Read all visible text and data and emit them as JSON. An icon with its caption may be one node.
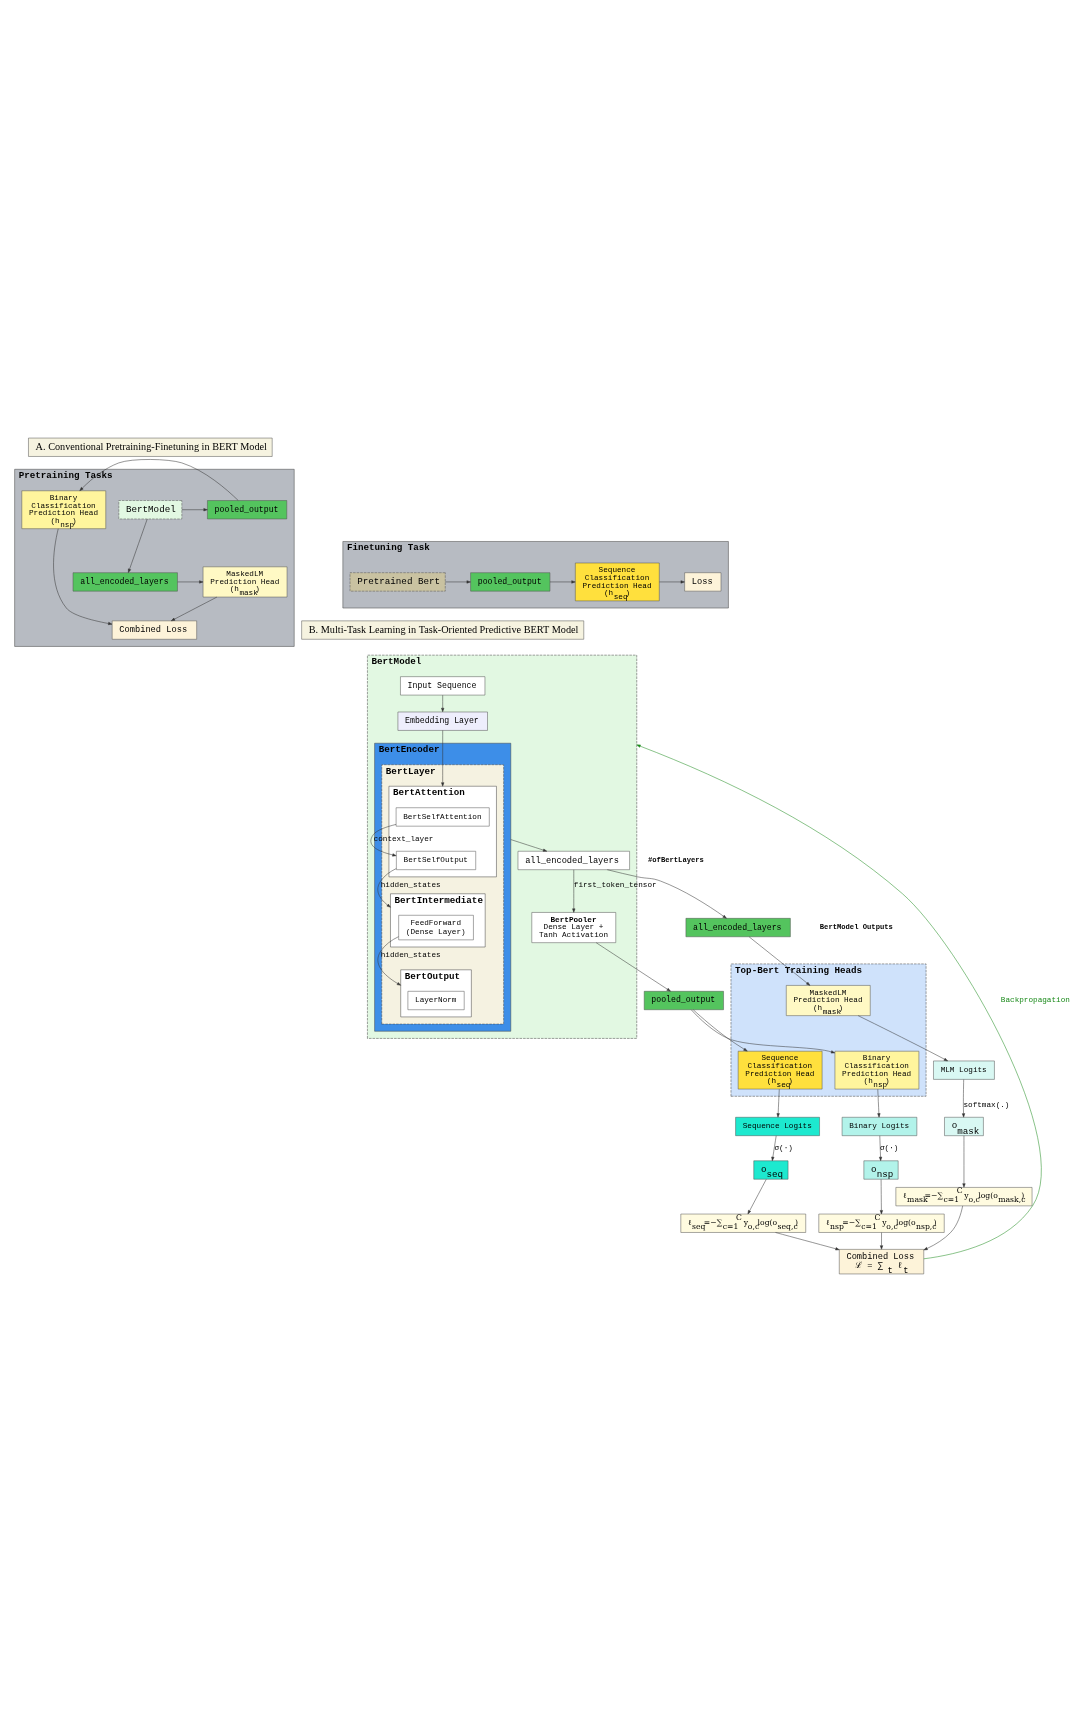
{
  "diagram": {
    "nodes": [
      {
        "text": [
          "A. Conventional Pretraining-Finetuning in BERT Model"
        ]
      },
      {
        "text": [
          "Pretraining Tasks"
        ]
      },
      {
        "text": [
          "BertModel"
        ],
        "in": 1
      },
      {
        "text": [
          "pooled_output"
        ],
        "in": 1
      },
      {
        "text": [
          "all_encoded_layers"
        ],
        "in": 1
      },
      {
        "text": [
          "Binary Classification Prediction Head (h$_{nsp}$)"
        ],
        "in": 1
      },
      {
        "text": [
          "MaskedLM Prediction Head (h$_{mask}$)"
        ],
        "in": 1
      },
      {
        "text": [
          "Combined Loss"
        ],
        "in": 1
      },
      {
        "text": [
          "Finetuning Task"
        ]
      },
      {
        "text": [
          "Pretrained Bert"
        ],
        "in": 8
      },
      {
        "text": [
          "pooled_output"
        ],
        "in": 8
      },
      {
        "text": [
          "Sequence Classification Prediction Head (h$_{seq}$)"
        ],
        "in": 8
      },
      {
        "text": [
          "Loss"
        ],
        "in": 8
      },
      {
        "text": [
          "B. Multi-Task Learning in Task-Oriented Predictive BERT Model"
        ]
      },
      {
        "text": [
          "BertModel"
        ]
      },
      {
        "text": [
          "Input Sequence"
        ],
        "in": 14
      },
      {
        "text": [
          "Embedding Layer"
        ],
        "in": 14
      },
      {
        "text": [
          "BertEncoder"
        ],
        "in": 14
      },
      {
        "text": [
          "BertLayer"
        ],
        "in": 17
      },
      {
        "text": [
          "BertAttention"
        ],
        "in": 18
      },
      {
        "text": [
          "BertSelfAttention"
        ],
        "in": 19
      },
      {
        "text": [
          "BertSelfOutput"
        ],
        "in": 19
      },
      {
        "text": [
          "BertIntermediate"
        ],
        "in": 18
      },
      {
        "text": [
          "FeedForward (Dense Layer)"
        ],
        "in": 22
      },
      {
        "text": [
          "BertOutput"
        ],
        "in": 18
      },
      {
        "text": [
          "LayerNorm"
        ],
        "in": 24
      },
      {
        "text": [
          "all_encoded_layers"
        ],
        "in": 14
      },
      {
        "text": [
          "BertPooler",
          "Dense Layer + Tanh Activation"
        ],
        "in": 14
      },
      {
        "text": [
          "pooled_output"
        ]
      },
      {
        "text": [
          "all_encoded_layers"
        ]
      },
      {
        "text": [
          "Top-Bert Training Heads"
        ]
      },
      {
        "text": [
          "Sequence Classification Prediction Head (h$_{seq}$)"
        ],
        "in": 30
      },
      {
        "text": [
          "Binary Classification Prediction Head (h$_{nsp}$)"
        ],
        "in": 30
      },
      {
        "text": [
          "MaskedLM Prediction Head (h$_{mask}$)"
        ],
        "in": 30
      },
      {
        "text": [
          "Sequence Logits"
        ]
      },
      {
        "text": [
          "Binary Logits"
        ]
      },
      {
        "text": [
          "MLM Logits"
        ]
      },
      {
        "text": [
          "o$_{seq}$"
        ]
      },
      {
        "text": [
          "o$_{nsp}$"
        ]
      },
      {
        "text": [
          "o$_{mask}$"
        ]
      },
      {
        "text": [
          "ℓ$_{seq}$=−∑$_{c=1}$$^{C}$ y$_{o,c}$log(o$_{seq,c}$)"
        ]
      },
      {
        "text": [
          "ℓ$_{nsp}$=−∑$_{c=1}$$^{C}$ y$_{o,c}$log(o$_{nsp,c}$)"
        ]
      },
      {
        "text": [
          "ℓ$_{mask}$=−∑$_{c=1}$$^{C}$ y$_{o,c}$log(o$_{mask,c}$)"
        ]
      },
      {
        "text": [
          "Combined Loss",
          "ℒ = ∑$_{t}$ ℓ$_{t}$"
        ]
      }
    ],
    "edges": [
      {
        "from": 2,
        "to": 3,
        "arrow": "to"
      },
      {
        "from": 2,
        "to": 4,
        "arrow": "to"
      },
      {
        "from": 3,
        "to": 5,
        "arrow": "to"
      },
      {
        "from": 4,
        "to": 6,
        "arrow": "to"
      },
      {
        "from": 5,
        "to": 7,
        "arrow": "to"
      },
      {
        "from": 6,
        "to": 7,
        "arrow": "to"
      },
      {
        "from": 9,
        "to": 10,
        "arrow": "to"
      },
      {
        "from": 10,
        "to": 11,
        "arrow": "to"
      },
      {
        "from": 11,
        "to": 12,
        "arrow": "to"
      },
      {
        "from": 15,
        "to": 16,
        "arrow": "to"
      },
      {
        "from": 16,
        "to": 19,
        "arrow": "to"
      },
      {
        "from": 20,
        "to": 21,
        "arrow": "to",
        "label": "context_layer"
      },
      {
        "from": 21,
        "to": 22,
        "arrow": "to",
        "label": "hidden_states"
      },
      {
        "from": 23,
        "to": 24,
        "arrow": "to",
        "label": "hidden_states"
      },
      {
        "from": 17,
        "to": 26,
        "arrow": "to"
      },
      {
        "from": 26,
        "to": 27,
        "arrow": "to",
        "label": "first_token_tensor"
      },
      {
        "from": 26,
        "to": 29,
        "arrow": "to"
      },
      {
        "from": 27,
        "to": 28,
        "arrow": "to"
      },
      {
        "from": 28,
        "to": 31,
        "arrow": "to"
      },
      {
        "from": 28,
        "to": 32,
        "arrow": "to"
      },
      {
        "from": 29,
        "to": 33,
        "arrow": "to"
      },
      {
        "from": 31,
        "to": 34,
        "arrow": "to"
      },
      {
        "from": 32,
        "to": 35,
        "arrow": "to"
      },
      {
        "from": 33,
        "to": 36,
        "arrow": "to"
      },
      {
        "from": 34,
        "to": 37,
        "arrow": "to",
        "label": "σ(·)"
      },
      {
        "from": 35,
        "to": 38,
        "arrow": "to",
        "label": "σ(·)"
      },
      {
        "from": 36,
        "to": 39,
        "arrow": "to",
        "label": "softmax(.)"
      },
      {
        "from": 37,
        "to": 40,
        "arrow": "to"
      },
      {
        "from": 38,
        "to": 41,
        "arrow": "to"
      },
      {
        "from": 39,
        "to": 42,
        "arrow": "to"
      },
      {
        "from": 40,
        "to": 43,
        "arrow": "to"
      },
      {
        "from": 41,
        "to": 43,
        "arrow": "to"
      },
      {
        "from": 42,
        "to": 43,
        "arrow": "to"
      },
      {
        "from": 43,
        "to": 14,
        "arrow": "to",
        "label": "Backpropagation",
        "color": "#1a8a1a"
      }
    ],
    "labels": [
      "#ofBertLayers",
      "BertModel Outputs"
    ]
  }
}
